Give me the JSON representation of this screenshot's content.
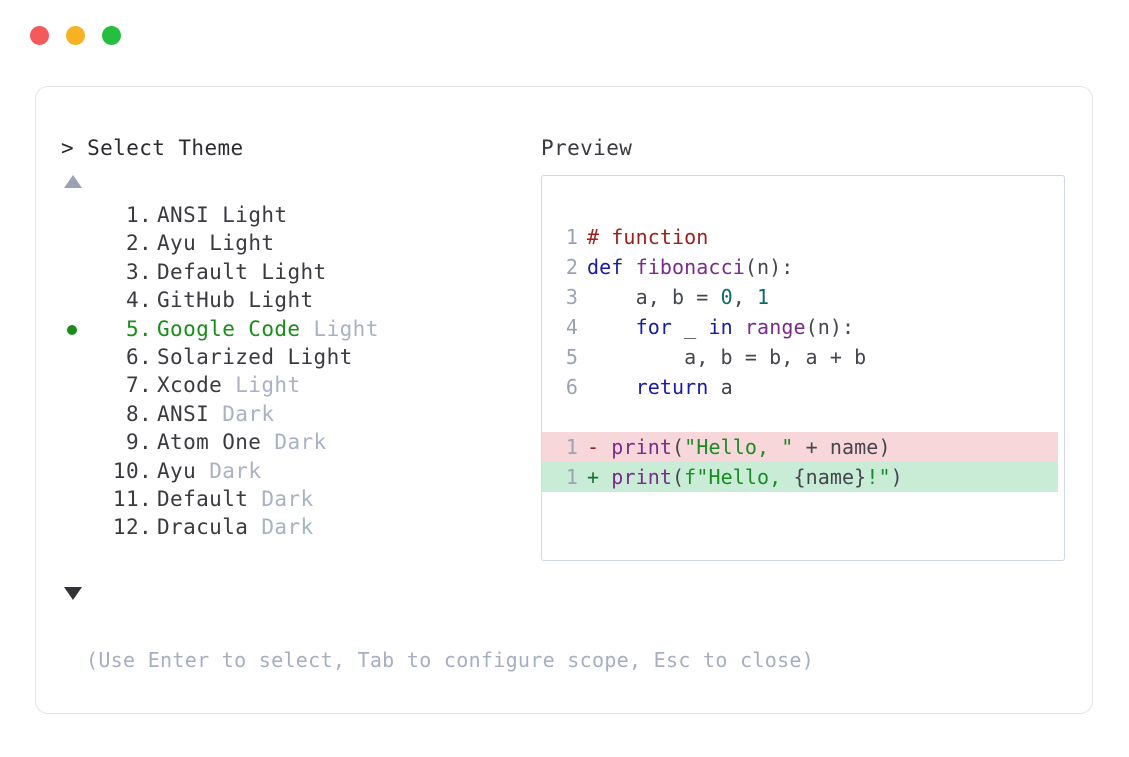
{
  "window": {
    "traffic_lights": [
      {
        "name": "close",
        "color": "#f4595b"
      },
      {
        "name": "minimize",
        "color": "#f5b324"
      },
      {
        "name": "maximize",
        "color": "#24bf3e"
      }
    ]
  },
  "picker": {
    "prompt": "> Select Theme",
    "scroll_up_indicator": "▲",
    "scroll_down_indicator": "▼",
    "selected_index": 5,
    "options": [
      {
        "num": "1.",
        "name": "ANSI",
        "variant": "Light",
        "variant_muted": false,
        "selected": false
      },
      {
        "num": "2.",
        "name": "Ayu",
        "variant": "Light",
        "variant_muted": false,
        "selected": false
      },
      {
        "num": "3.",
        "name": "Default",
        "variant": "Light",
        "variant_muted": false,
        "selected": false
      },
      {
        "num": "4.",
        "name": "GitHub",
        "variant": "Light",
        "variant_muted": false,
        "selected": false
      },
      {
        "num": "5.",
        "name": "Google Code",
        "variant": "Light",
        "variant_muted": true,
        "selected": true
      },
      {
        "num": "6.",
        "name": "Solarized",
        "variant": "Light",
        "variant_muted": false,
        "selected": false
      },
      {
        "num": "7.",
        "name": "Xcode",
        "variant": "Light",
        "variant_muted": true,
        "selected": false
      },
      {
        "num": "8.",
        "name": "ANSI",
        "variant": "Dark",
        "variant_muted": true,
        "selected": false
      },
      {
        "num": "9.",
        "name": "Atom One",
        "variant": "Dark",
        "variant_muted": true,
        "selected": false
      },
      {
        "num": "10.",
        "name": "Ayu",
        "variant": "Dark",
        "variant_muted": true,
        "selected": false
      },
      {
        "num": "11.",
        "name": "Default",
        "variant": "Dark",
        "variant_muted": true,
        "selected": false
      },
      {
        "num": "12.",
        "name": "Dracula",
        "variant": "Dark",
        "variant_muted": true,
        "selected": false
      }
    ]
  },
  "preview": {
    "title": "Preview",
    "code_lines": [
      {
        "n": "1",
        "tokens": [
          {
            "t": "# function",
            "c": "comment"
          }
        ]
      },
      {
        "n": "2",
        "tokens": [
          {
            "t": "def ",
            "c": "keyword"
          },
          {
            "t": "fibonacci",
            "c": "func"
          },
          {
            "t": "(n):",
            "c": "punct"
          }
        ]
      },
      {
        "n": "3",
        "tokens": [
          {
            "t": "    a, b = ",
            "c": "plain"
          },
          {
            "t": "0",
            "c": "number"
          },
          {
            "t": ", ",
            "c": "plain"
          },
          {
            "t": "1",
            "c": "number"
          }
        ]
      },
      {
        "n": "4",
        "tokens": [
          {
            "t": "    ",
            "c": "plain"
          },
          {
            "t": "for",
            "c": "keyword"
          },
          {
            "t": " _ ",
            "c": "plain"
          },
          {
            "t": "in",
            "c": "keyword"
          },
          {
            "t": " ",
            "c": "plain"
          },
          {
            "t": "range",
            "c": "func"
          },
          {
            "t": "(n):",
            "c": "punct"
          }
        ]
      },
      {
        "n": "5",
        "tokens": [
          {
            "t": "        a, b = b, a + b",
            "c": "plain"
          }
        ]
      },
      {
        "n": "6",
        "tokens": [
          {
            "t": "    ",
            "c": "plain"
          },
          {
            "t": "return",
            "c": "keyword"
          },
          {
            "t": " a",
            "c": "plain"
          }
        ]
      }
    ],
    "diff_lines": [
      {
        "n": "1",
        "kind": "del",
        "sign": "-",
        "tokens": [
          {
            "t": "print",
            "c": "func"
          },
          {
            "t": "(",
            "c": "punct"
          },
          {
            "t": "\"Hello, \"",
            "c": "string"
          },
          {
            "t": " + name)",
            "c": "plain"
          }
        ]
      },
      {
        "n": "1",
        "kind": "add",
        "sign": "+",
        "tokens": [
          {
            "t": "print",
            "c": "func"
          },
          {
            "t": "(",
            "c": "punct"
          },
          {
            "t": "f\"Hello, ",
            "c": "string"
          },
          {
            "t": "{name}",
            "c": "plain"
          },
          {
            "t": "!\"",
            "c": "string"
          },
          {
            "t": ")",
            "c": "punct"
          }
        ]
      }
    ]
  },
  "footer": {
    "hint": "(Use Enter to select, Tab to configure scope, Esc to close)"
  },
  "colors": {
    "accent_green": "#1a8c1a",
    "muted": "#a9b1c2",
    "text": "#3a3a40",
    "diff_del_bg": "#f8d7da",
    "diff_add_bg": "#c9ecd6",
    "card_border": "#e3e5e9",
    "preview_border": "#d3d9e2"
  }
}
